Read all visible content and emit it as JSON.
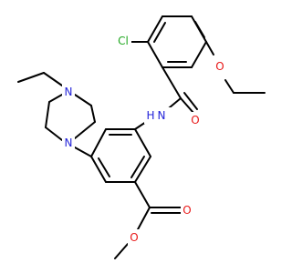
{
  "molecule": {
    "atoms": {
      "cl": "Cl",
      "o_methoxy": "O",
      "o_amide": "O",
      "n_amide": "N",
      "h_amide": "H",
      "n_piperazine_top": "N",
      "n_piperazine_bottom": "N",
      "o_ester_carbonyl": "O",
      "o_ester_ether": "O"
    }
  },
  "colors": {
    "bond": "#000000",
    "chlorine": "#21a821",
    "oxygen": "#e81818",
    "nitrogen": "#2323d9"
  }
}
